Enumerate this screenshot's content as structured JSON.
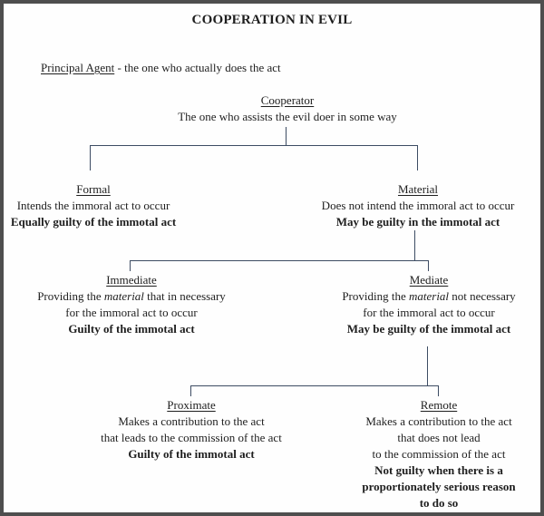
{
  "title": "COOPERATION IN EVIL",
  "principal": {
    "label": "Principal Agent",
    "desc": " - the one who actually does the act"
  },
  "cooperator": {
    "label": "Cooperator",
    "desc": "The one who assists the evil doer in some way"
  },
  "nodes": {
    "formal": {
      "label": "Formal",
      "line1": "Intends the immoral act to occur",
      "verdict": "Equally guilty of the immotal act"
    },
    "material": {
      "label": "Material",
      "line1": "Does not intend the immoral act to occur",
      "verdict": "May be guilty in the immotal act"
    },
    "immediate": {
      "label": "Immediate",
      "line1_pre": "Providing the ",
      "line1_italic": "material",
      "line1_post": " that in necessary",
      "line2": "for the immoral act to occur",
      "verdict": "Guilty of the immotal act"
    },
    "mediate": {
      "label": "Mediate",
      "line1_pre": "Providing the ",
      "line1_italic": "material",
      "line1_post": " not necessary",
      "line2": "for the immoral act to occur",
      "verdict": "May be guilty of the immotal act"
    },
    "proximate": {
      "label": "Proximate",
      "line1": "Makes a contribution to the act",
      "line2": "that leads to the commission of the act",
      "verdict": "Guilty of the immotal act"
    },
    "remote": {
      "label": "Remote",
      "line1": "Makes a contribution to the act",
      "line2": "that does not lead",
      "line3": "to the commission of the act",
      "verdict_line1": "Not guilty when there is a",
      "verdict_line2": "proportionately serious reason",
      "verdict_line3": "to do so"
    }
  },
  "colors": {
    "connector_line": "#3d4c63",
    "text": "#1e1e1e",
    "border": "#4e4e4e"
  }
}
